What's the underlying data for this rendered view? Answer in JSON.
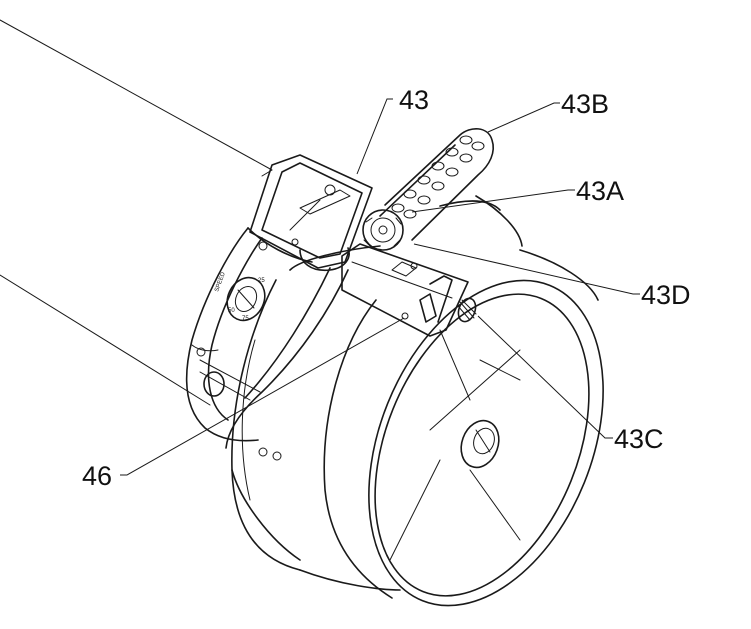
{
  "labels": {
    "part_43": "43",
    "part_43a": "43A",
    "part_43b": "43B",
    "part_43c": "43C",
    "part_43d": "43D",
    "part_46": "46"
  },
  "colors": {
    "line": "#1a1a1a",
    "background": "#ffffff"
  }
}
